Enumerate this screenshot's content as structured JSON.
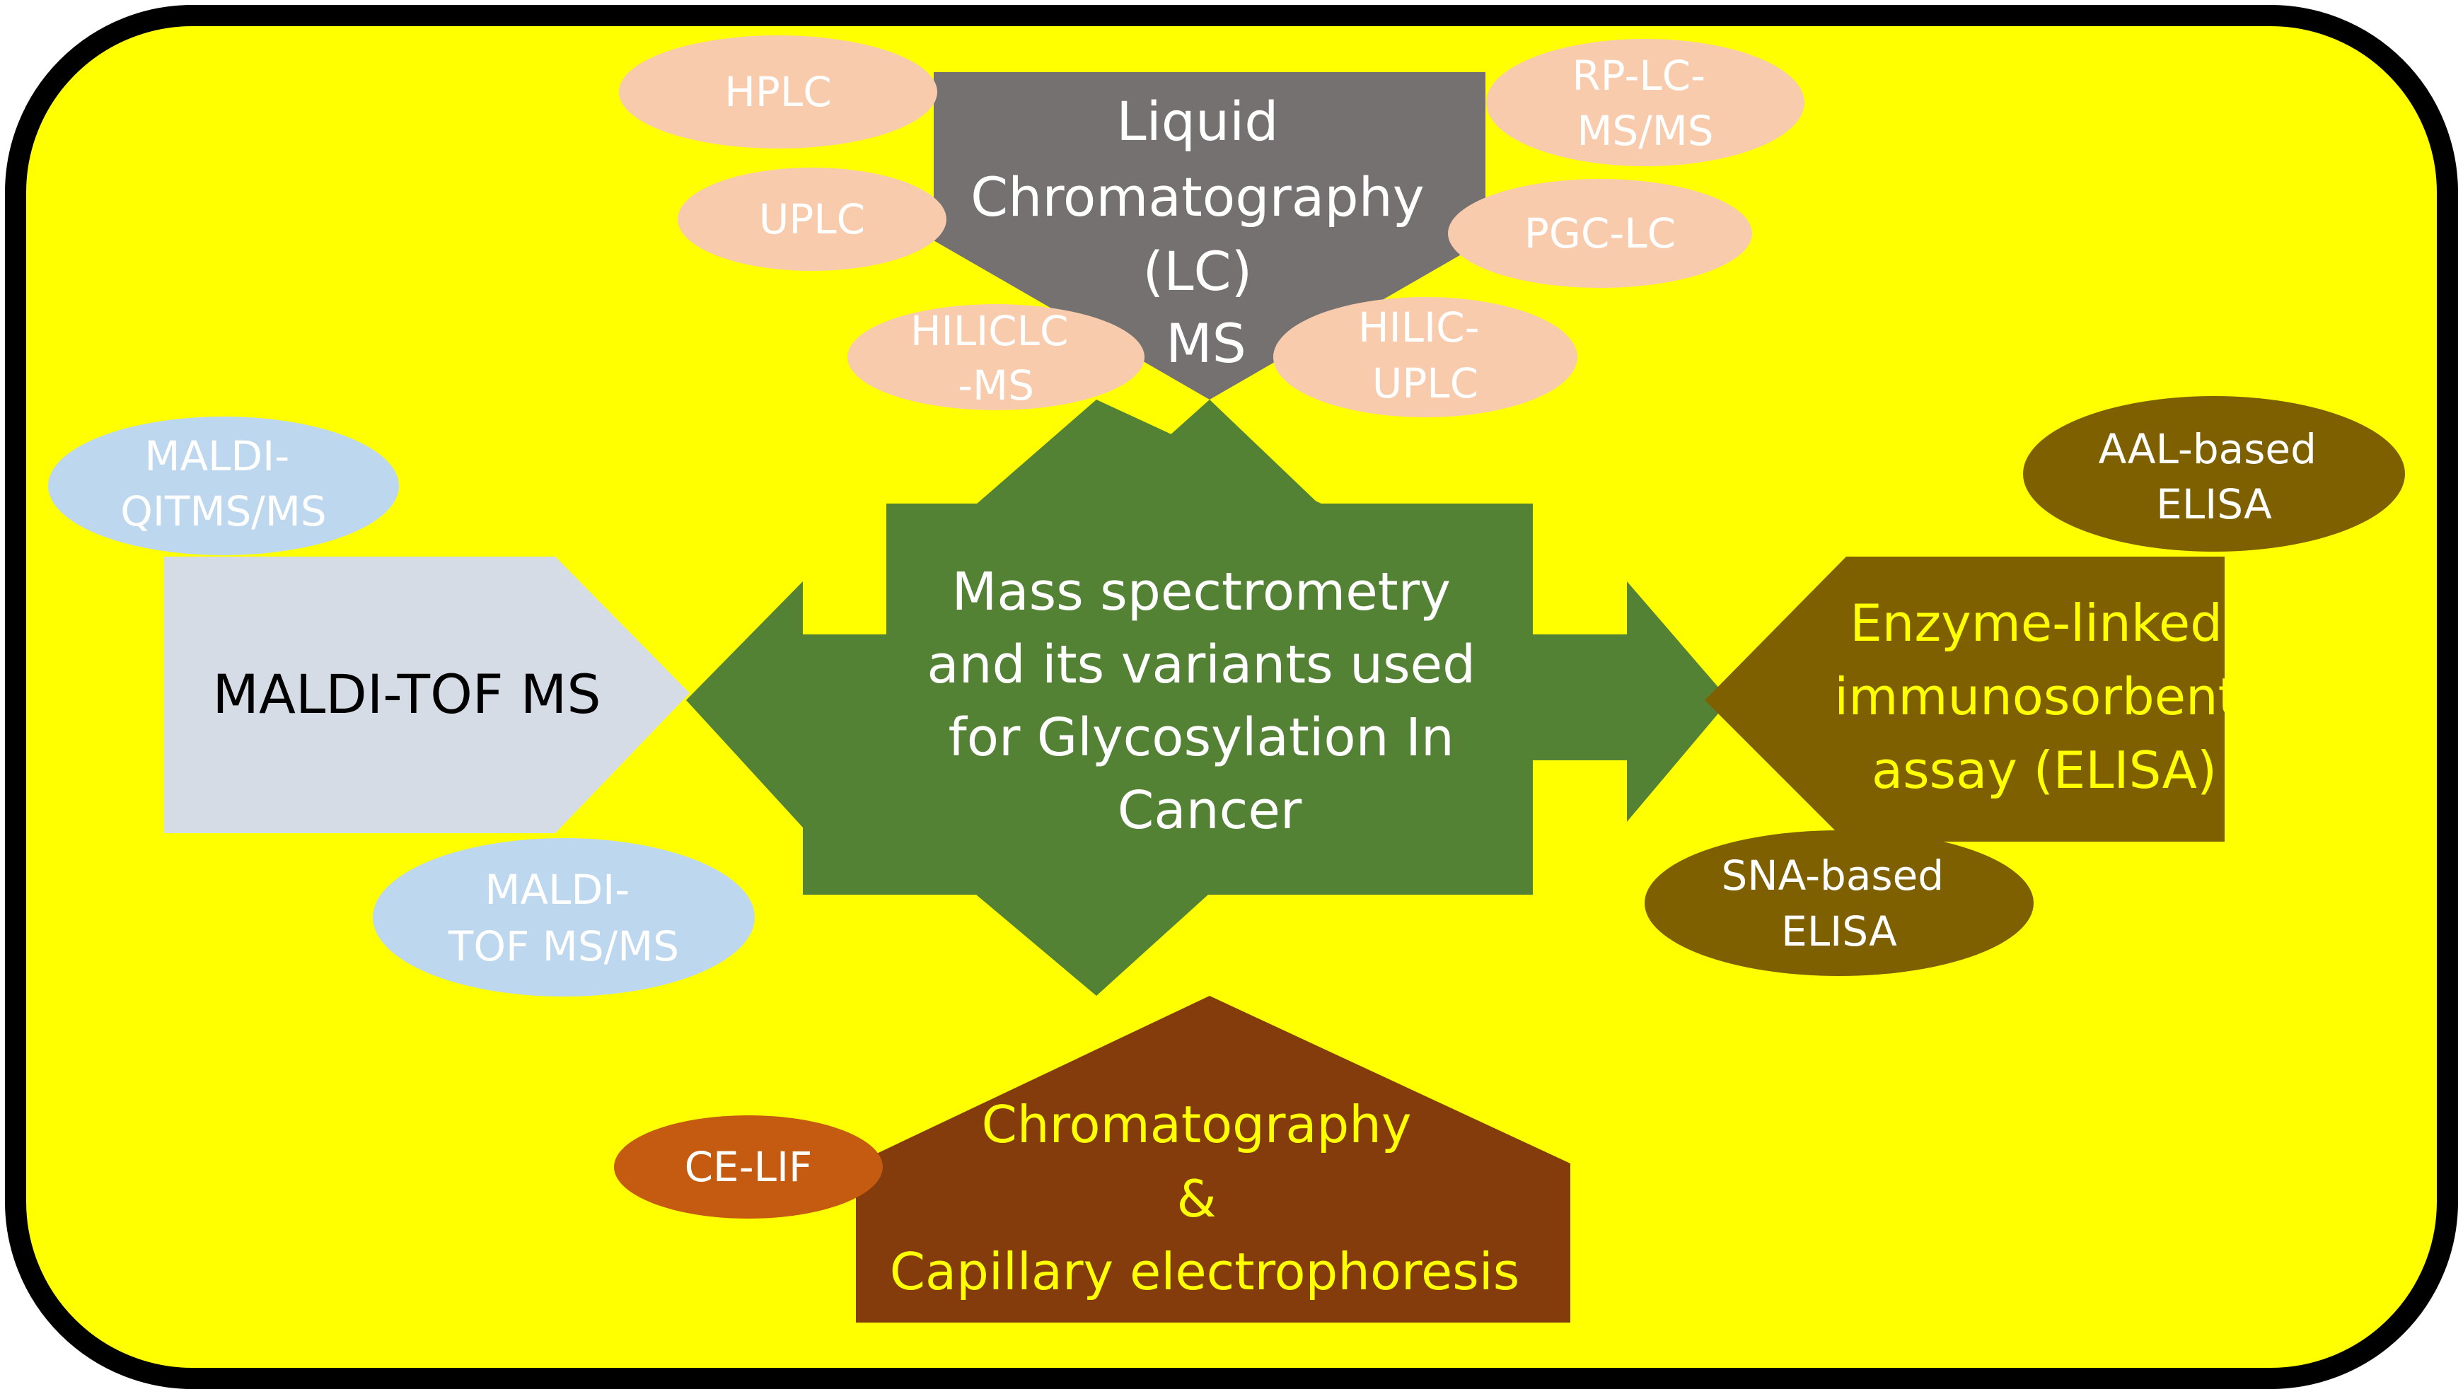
{
  "colors": {
    "background": "#ffff00",
    "frame": "#000000",
    "center": "#548235",
    "lc": "#767171",
    "lc_ellipse": "#f8cbad",
    "maldi_box": "#d6dce5",
    "maldi_ellipse": "#bdd7ee",
    "elisa": "#7f6000",
    "chrom": "#843c0c",
    "celif": "#c55a11",
    "yellow_text": "#ffff00",
    "white_text": "#ffffff"
  },
  "center": {
    "lines": [
      "Mass spectrometry",
      "and its variants used",
      "for Glycosylation In",
      "Cancer"
    ]
  },
  "lc": {
    "lines": [
      "Liquid",
      "Chromatography",
      "(LC)",
      "MS"
    ],
    "ellipses": [
      {
        "lines": [
          "HPLC"
        ]
      },
      {
        "lines": [
          "UPLC"
        ]
      },
      {
        "lines": [
          "HILICLC",
          "-MS"
        ]
      },
      {
        "lines": [
          "RP-LC-",
          "MS/MS"
        ]
      },
      {
        "lines": [
          "PGC-LC"
        ]
      },
      {
        "lines": [
          "HILIC-",
          "UPLC"
        ]
      }
    ]
  },
  "maldi": {
    "label": "MALDI-TOF MS",
    "ellipses": [
      {
        "lines": [
          "MALDI-",
          "QITMS/MS"
        ]
      },
      {
        "lines": [
          "MALDI-",
          "TOF MS/MS"
        ]
      }
    ]
  },
  "elisa": {
    "lines": [
      "Enzyme-linked",
      "immunosorbent",
      "assay (ELISA)"
    ],
    "ellipses": [
      {
        "lines": [
          "AAL-based",
          "ELISA"
        ]
      },
      {
        "lines": [
          "SNA-based",
          "ELISA"
        ]
      }
    ]
  },
  "chrom": {
    "lines": [
      "Chromatography",
      "&",
      "Capillary electrophoresis"
    ],
    "ellipses": [
      {
        "lines": [
          "CE-LIF"
        ]
      }
    ]
  }
}
